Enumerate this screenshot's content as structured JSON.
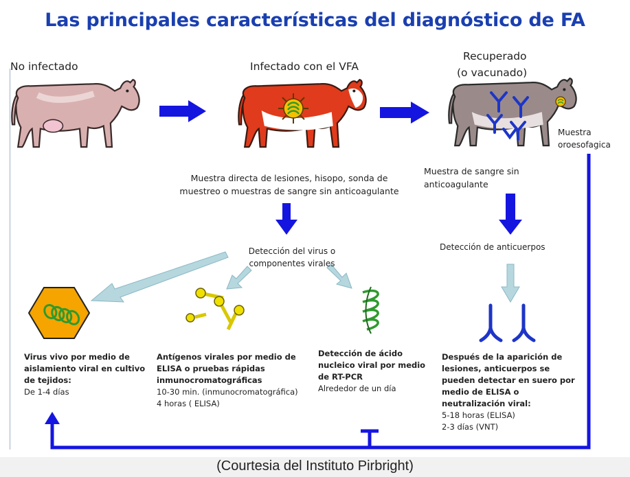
{
  "title": "Las principales características del diagnóstico de FA",
  "stages": {
    "not_infected": "No infectado",
    "infected": "Infectado con el VFA",
    "recovered_line1": "Recuperado",
    "recovered_line2": "(o vacunado)"
  },
  "samples": {
    "oro_line1": "Muestra",
    "oro_line2": "oroesofagica",
    "direct_line1": "Muestra directa de lesiones, hisopo, sonda de",
    "direct_line2": "muestreo o muestras de sangre sin anticoagulante",
    "blood_line1": "Muestra de sangre sin",
    "blood_line2": "anticoagulante"
  },
  "detection": {
    "virus_line1": "Detección del virus o",
    "virus_line2": "componentes virales",
    "antibodies": "Detección de anticuerpos"
  },
  "results": {
    "live_virus": {
      "bold": [
        "Virus vivo por medio de",
        "aislamiento viral en cultivo",
        "de tejidos:"
      ],
      "normal": [
        "De 1-4 días"
      ]
    },
    "antigens": {
      "bold": [
        "Antígenos virales por medio de",
        "ELISA o pruebas rápidas",
        "inmunocromatográficas"
      ],
      "normal": [
        "10-30 min. (inmunocromatográfica)",
        "4 horas ( ELISA)"
      ]
    },
    "nucleic": {
      "bold": [
        "Detección de ácido",
        "nucleico viral por medio",
        "de RT-PCR"
      ],
      "normal": [
        "Alrededor de un día"
      ]
    },
    "antibody_result": {
      "bold": [
        "Después de la aparición de",
        "lesiones, anticuerpos se",
        "pueden detectar en suero por",
        "medio de ELISA o",
        "neutralización viral:"
      ],
      "normal": [
        "5-18 horas (ELISA)",
        "2-3 días (VNT)"
      ]
    }
  },
  "credit": "(Courtesia del Instituto Pirbright)",
  "colors": {
    "title": "#1a3fb0",
    "arrow_blue": "#1515e0",
    "arrow_light": "#b6d7de",
    "cow_healthy": "#d9b0b0",
    "cow_infected": "#e03b1c",
    "cow_recovered": "#9a8a8a",
    "hexagon": "#f5a400",
    "antigen_yellow": "#f0e000",
    "rna_green": "#2e9a2e"
  },
  "icons": [
    "healthy-cow-icon",
    "infected-cow-icon",
    "recovered-cow-icon",
    "virus-particle-icon",
    "antibody-icon",
    "hexagon-cell-culture-icon",
    "antigen-icon",
    "rna-helix-icon"
  ]
}
